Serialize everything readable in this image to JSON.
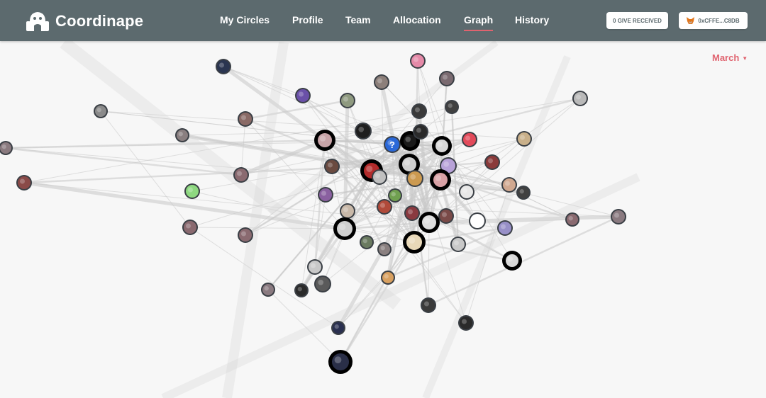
{
  "app": {
    "name": "Coordinape",
    "logo_icon": "ape-logo-icon"
  },
  "nav": {
    "items": [
      {
        "label": "My Circles",
        "active": false
      },
      {
        "label": "Profile",
        "active": false
      },
      {
        "label": "Team",
        "active": false
      },
      {
        "label": "Allocation",
        "active": false
      },
      {
        "label": "Graph",
        "active": true
      },
      {
        "label": "History",
        "active": false
      }
    ]
  },
  "header": {
    "give_received": "0 GIVE RECEIVED",
    "wallet": {
      "icon": "metamask-fox-icon",
      "address": "0xCFFE...C8DB"
    }
  },
  "period_selector": {
    "label": "March",
    "icon": "caret-down-icon"
  },
  "colors": {
    "header_bg": "#5c6a6e",
    "accent": "#e0636f",
    "graph_bg": "#f7f7f7",
    "link": "#c8c8c8",
    "node_ring_highlight": "#000000"
  }
}
